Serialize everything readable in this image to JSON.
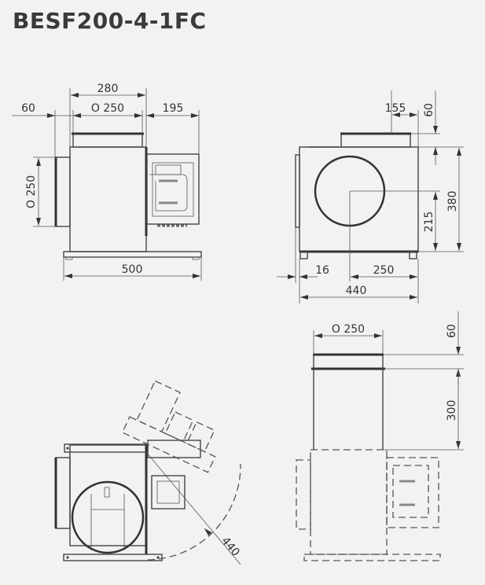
{
  "title": "BESF200-4-1FC",
  "views": {
    "side": {
      "dims": {
        "top_width": "280",
        "left_offset": "60",
        "duct_diameter_top": "O 250",
        "motor_width": "195",
        "duct_diameter_left": "O 250",
        "base_length": "500"
      }
    },
    "front": {
      "dims": {
        "top_offset": "155",
        "collar_height": "60",
        "total_height": "380",
        "center_height": "215",
        "left_offset": "16",
        "center_to_edge": "250",
        "width": "440"
      }
    },
    "swing": {
      "dims": {
        "swing_radius": "440"
      }
    },
    "top_duct": {
      "dims": {
        "duct_diameter": "O 250",
        "collar_height": "60",
        "duct_length": "300"
      }
    }
  }
}
